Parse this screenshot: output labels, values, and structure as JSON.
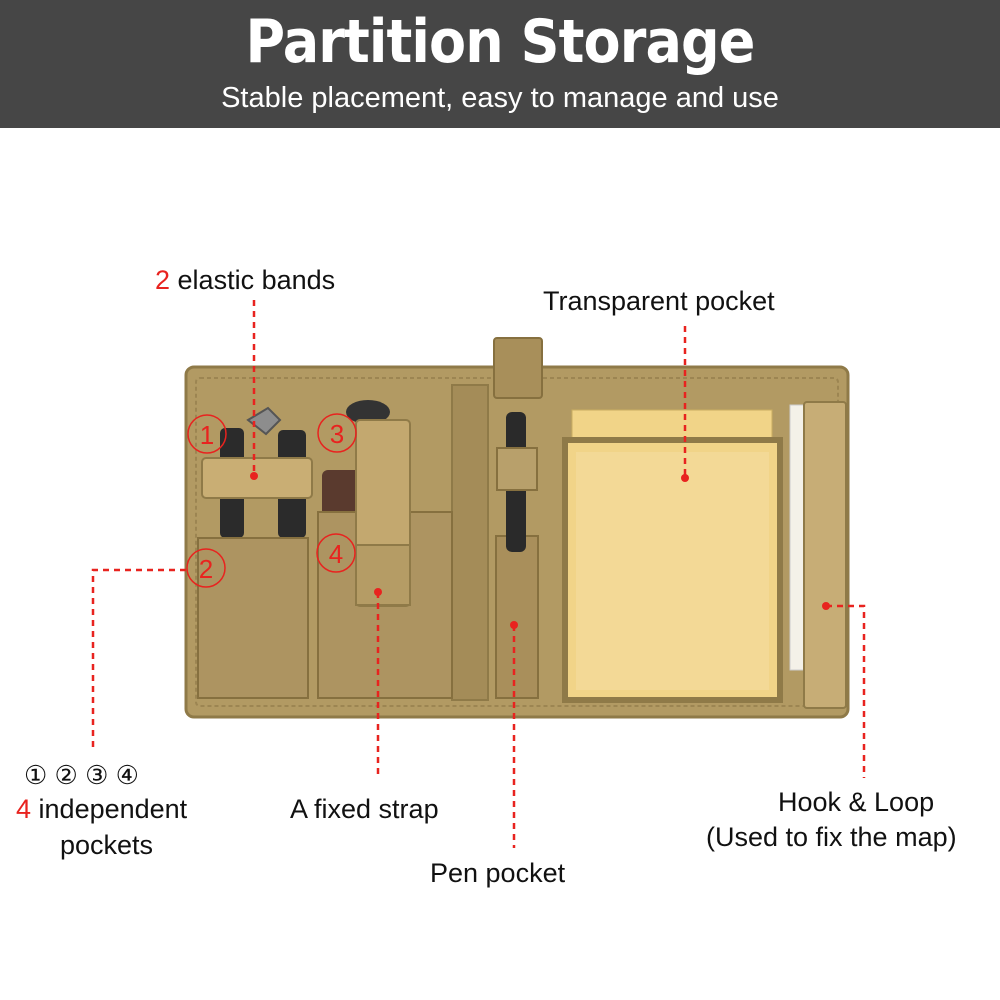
{
  "header": {
    "title": "Partition Storage",
    "subtitle": "Stable placement, easy to manage and use"
  },
  "labels": {
    "elastic_bands_num": "2",
    "elastic_bands_text": " elastic bands",
    "transparent_pocket": "Transparent pocket",
    "pockets_circled": "①  ②  ③  ④",
    "pockets_num": "4",
    "pockets_text": " independent",
    "pockets_text2": "pockets",
    "fixed_strap": "A fixed strap",
    "pen_pocket": "Pen pocket",
    "hook_loop": "Hook & Loop",
    "hook_loop_sub": "(Used to fix the map)"
  },
  "markers": [
    "1",
    "2",
    "3",
    "4"
  ],
  "colors": {
    "header_bg": "#464646",
    "accent_red": "#e8231f",
    "fabric": "#b29a63",
    "fabric_dark": "#8f7a48",
    "paper": "#f1d488"
  }
}
